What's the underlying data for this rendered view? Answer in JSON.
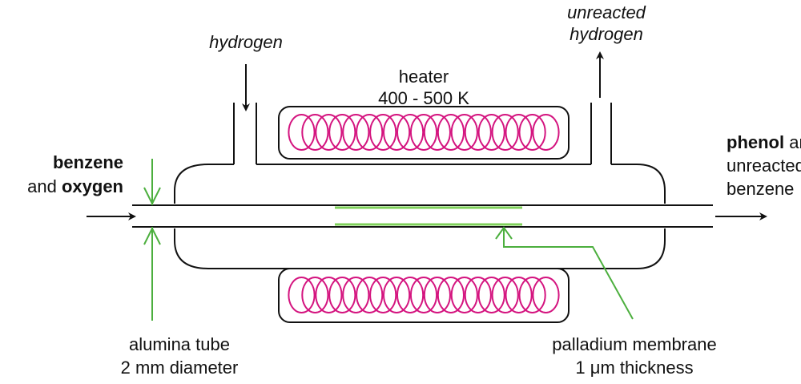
{
  "labels": {
    "hydrogen_in": "hydrogen",
    "unreacted_hydrogen_line1": "unreacted",
    "unreacted_hydrogen_line2": "hydrogen",
    "heater_line1": "heater",
    "heater_line2": "400 - 500 K",
    "input_bold1": "benzene",
    "input_text2": "and ",
    "input_bold2": "oxygen",
    "output_bold1": "phenol",
    "output_text1": " and",
    "output_line2": "unreacted",
    "output_line3": "benzene",
    "tube_line1": "alumina tube",
    "tube_line2": "2 mm diameter",
    "membrane_line1": "palladium membrane",
    "membrane_line2_pre": "1 ",
    "membrane_line2_mu": "μ",
    "membrane_line2_post": "m thickness"
  },
  "colors": {
    "outline": "#111111",
    "coil": "#d4147f",
    "membrane": "#7fd15a",
    "leader": "#4caf3e"
  },
  "heater_coils": {
    "top_count": 19,
    "bottom_count": 19
  }
}
